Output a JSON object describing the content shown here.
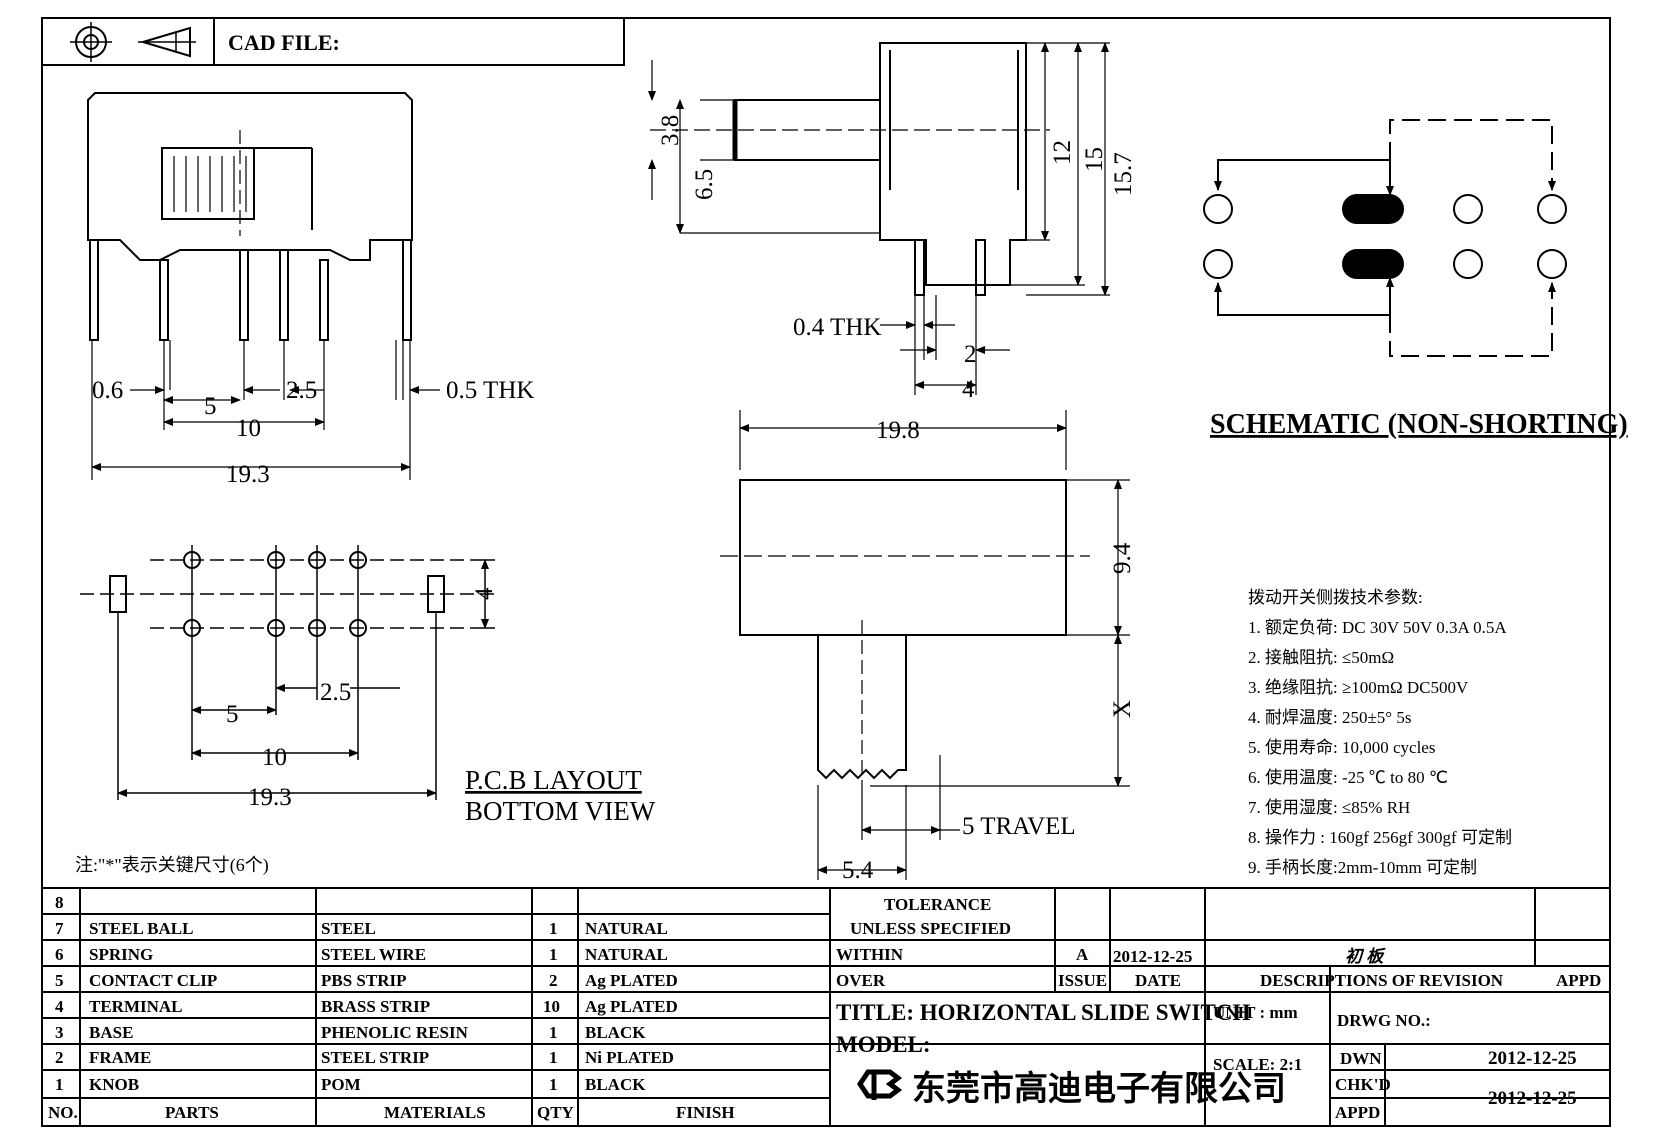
{
  "title_block": {
    "cad_file_label": "CAD FILE:",
    "projection_symbol": "first-angle-projection-icon"
  },
  "drawing": {
    "front_view": {
      "dims": {
        "d_0_6": "0.6",
        "d_5": "5",
        "d_2_5": "2.5",
        "d_0_5_thk": "0.5  THK",
        "d_10": "10",
        "d_19_3": "19.3"
      }
    },
    "side_view": {
      "dims": {
        "d_3_8": "3.8",
        "d_6_5": "6.5",
        "d_12": "12",
        "d_15": "15",
        "d_15_7": "15.7",
        "d_0_4_thk": "0.4  THK",
        "d_2": "2",
        "d_4": "4"
      }
    },
    "top_view": {
      "dims": {
        "d_19_8": "19.8",
        "d_9_4": "9.4",
        "d_x": "X",
        "d_5_travel": "5  TRAVEL",
        "d_5_4": "5.4"
      }
    },
    "pcb_layout": {
      "title_line1": "P.C.B  LAYOUT",
      "title_line2": "BOTTOM  VIEW",
      "dims": {
        "d_4": "4",
        "d_2_5": "2.5",
        "d_5": "5",
        "d_10": "10",
        "d_19_3": "19.3"
      }
    },
    "note": "注:\"*\"表示关键尺寸(6个)",
    "schematic_title": "SCHEMATIC (NON-SHORTING)"
  },
  "specs": {
    "heading": "拨动开关侧拨技术参数:",
    "items": [
      "1.  额定负荷: DC 30V     50V     0.3A     0.5A",
      "2.  接触阻抗:  ≤50mΩ",
      "3.  绝缘阻抗:  ≥100mΩ   DC500V",
      "4.  耐焊温度: 250±5°   5s",
      "5.  使用寿命: 10,000 cycles",
      "6.  使用温度: -25 ℃  to 80 ℃",
      "7.  使用湿度:  ≤85% RH",
      "8.  操作力 : 160gf    256gf    300gf  可定制",
      "9.  手柄长度:2mm-10mm   可定制"
    ]
  },
  "bom": {
    "headers": [
      "NO.",
      "PARTS",
      "MATERIALS",
      "QTY",
      "FINISH"
    ],
    "rows": [
      {
        "no": "8",
        "part": "",
        "material": "",
        "qty": "",
        "finish": ""
      },
      {
        "no": "7",
        "part": "STEEL  BALL",
        "material": "STEEL",
        "qty": "1",
        "finish": "NATURAL"
      },
      {
        "no": "6",
        "part": "SPRING",
        "material": "STEEL  WIRE",
        "qty": "1",
        "finish": "NATURAL"
      },
      {
        "no": "5",
        "part": "CONTACT  CLIP",
        "material": "PBS  STRIP",
        "qty": "2",
        "finish": "Ag  PLATED"
      },
      {
        "no": "4",
        "part": "TERMINAL",
        "material": "BRASS  STRIP",
        "qty": "10",
        "finish": "Ag  PLATED"
      },
      {
        "no": "3",
        "part": "BASE",
        "material": "PHENOLIC  RESIN",
        "qty": "1",
        "finish": "BLACK"
      },
      {
        "no": "2",
        "part": "FRAME",
        "material": "STEEL  STRIP",
        "qty": "1",
        "finish": "Ni  PLATED"
      },
      {
        "no": "1",
        "part": "KNOB",
        "material": "POM",
        "qty": "1",
        "finish": "BLACK"
      }
    ]
  },
  "titleblock": {
    "tolerance_line1": "TOLERANCE",
    "tolerance_line2": "UNLESS   SPECIFIED",
    "within": "WITHIN",
    "over": "OVER",
    "issue_value": "A",
    "issue_date": "2012-12-25",
    "revision_text": "初    板",
    "issue_label": "ISSUE",
    "date_label": "DATE",
    "descriptions_label": "DESCRIPTIONS  OF  REVISION",
    "appd_label": "APPD",
    "title": "TITLE:  HORIZONTAL  SLIDE  SWITCH",
    "unit": "UNIT : mm",
    "drwg_no": "DRWG  NO.:",
    "model": "MODEL:",
    "scale": "SCALE:  2:1",
    "dwn_label": "DWN",
    "dwn_date": "2012-12-25",
    "company": "东莞市高迪电子有限公司",
    "chkd_label": "CHK'D",
    "appd2_label": "APPD",
    "chkd_date": "2012-12-25",
    "logo_icon": "company-logo-icon"
  }
}
